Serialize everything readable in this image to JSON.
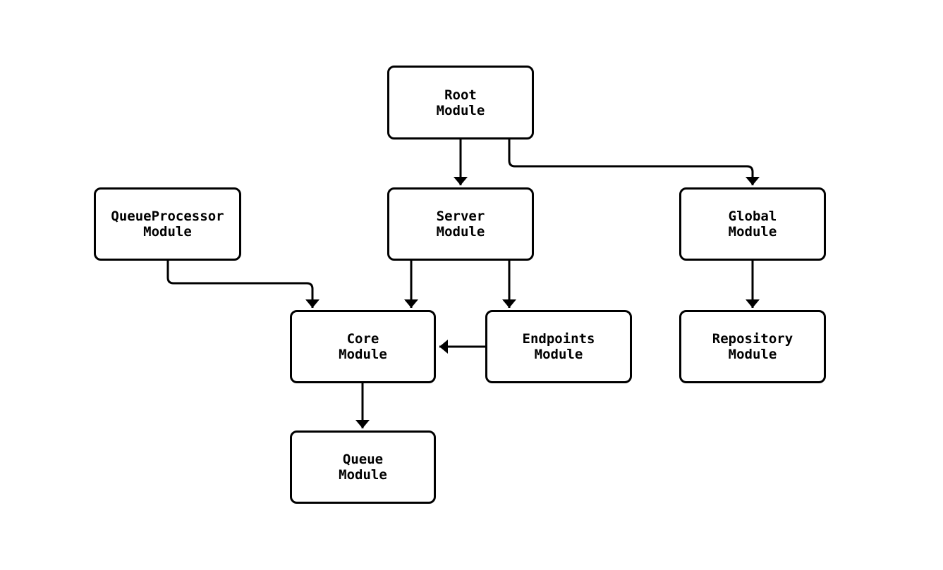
{
  "diagram": {
    "type": "flowchart",
    "direction": "top-down",
    "background_color": "#ffffff",
    "node_fill_color": "#ffffff",
    "node_border_color": "#000000",
    "edge_color": "#000000",
    "text_color": "#000000",
    "nodes": [
      {
        "id": "root",
        "label": "Root\nModule"
      },
      {
        "id": "queueprocessor",
        "label": "QueueProcessor\nModule"
      },
      {
        "id": "server",
        "label": "Server\nModule"
      },
      {
        "id": "global",
        "label": "Global\nModule"
      },
      {
        "id": "core",
        "label": "Core\nModule"
      },
      {
        "id": "endpoints",
        "label": "Endpoints\nModule"
      },
      {
        "id": "repository",
        "label": "Repository\nModule"
      },
      {
        "id": "queue",
        "label": "Queue\nModule"
      }
    ],
    "edges": [
      {
        "from": "root",
        "to": "server"
      },
      {
        "from": "root",
        "to": "global"
      },
      {
        "from": "queueprocessor",
        "to": "core"
      },
      {
        "from": "server",
        "to": "core"
      },
      {
        "from": "server",
        "to": "endpoints"
      },
      {
        "from": "global",
        "to": "repository"
      },
      {
        "from": "endpoints",
        "to": "core"
      },
      {
        "from": "core",
        "to": "queue"
      }
    ]
  }
}
